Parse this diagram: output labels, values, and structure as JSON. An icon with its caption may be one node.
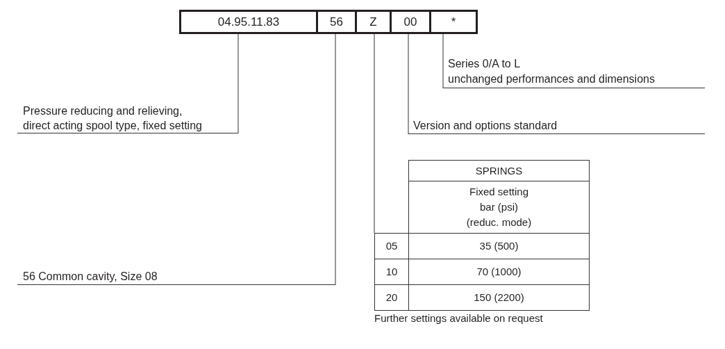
{
  "diagram": {
    "nodes": [
      {
        "text": [
          "04.95.11.83"
        ]
      },
      {
        "text": [
          "56"
        ]
      },
      {
        "text": [
          "Z"
        ]
      },
      {
        "text": [
          "00"
        ]
      },
      {
        "text": [
          "*"
        ]
      },
      {
        "text": [
          "Series 0/A to L",
          "unchanged performances and dimensions"
        ]
      },
      {
        "text": [
          "Pressure reducing and relieving, direct acting spool type, fixed setting"
        ]
      },
      {
        "text": [
          "Version and options standard"
        ]
      },
      {
        "text": [
          "SPRINGS",
          "Fixed setting bar (psi) (reduc. mode)",
          "05",
          "35 (500)",
          "10",
          "70 (1000)",
          "20",
          "150 (2200)"
        ],
        "beside": [
          "Further settings available on request"
        ]
      },
      {
        "text": [
          "56 Common cavity, Size 08"
        ]
      }
    ],
    "edges": [
      {
        "from": 0,
        "to": 6,
        "arrow": "none"
      },
      {
        "from": 1,
        "to": 9,
        "arrow": "none"
      },
      {
        "from": 2,
        "to": 8,
        "arrow": "none"
      },
      {
        "from": 3,
        "to": 7,
        "arrow": "none"
      },
      {
        "from": 4,
        "to": 5,
        "arrow": "none"
      }
    ]
  }
}
